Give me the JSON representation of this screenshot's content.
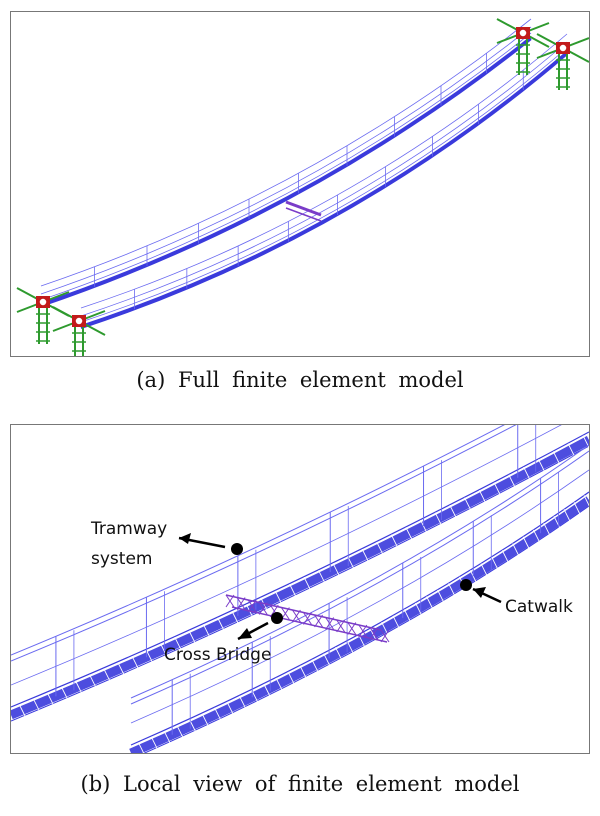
{
  "figure": {
    "caption_a": "(a) Full finite element model",
    "caption_b": "(b) Local view of finite element model"
  },
  "labels": {
    "tramway_line1": "Tramway",
    "tramway_line2": "system",
    "cross_bridge": "Cross Bridge",
    "catwalk": "Catwalk"
  },
  "colors": {
    "mesh": "#3a3adc",
    "mesh_light": "#6a6af0",
    "cross_bridge": "#7a3cc8",
    "tower_green": "#2e9a2e",
    "tower_red": "#c21b1b",
    "arrow": "#000000",
    "frame": "#777777"
  }
}
